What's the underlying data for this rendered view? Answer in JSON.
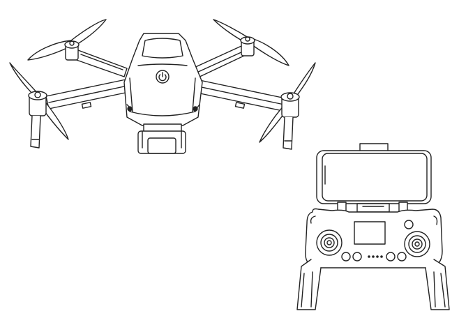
{
  "illustration": {
    "background": "#ffffff",
    "line_color": "#222222",
    "items": [
      {
        "kind": "drone",
        "icon": "quadcopter-drone-icon",
        "parts": [
          "body",
          "power-button",
          "camera-gimbal",
          "arms",
          "motors",
          "propellers",
          "landing-legs"
        ]
      },
      {
        "kind": "remote-controller",
        "icon": "remote-controller-icon",
        "parts": [
          "phone-holder",
          "smartphone",
          "screen",
          "left-stick",
          "right-stick",
          "buttons",
          "indicator-leds",
          "grips"
        ]
      }
    ],
    "indicator_led_count": 4
  }
}
